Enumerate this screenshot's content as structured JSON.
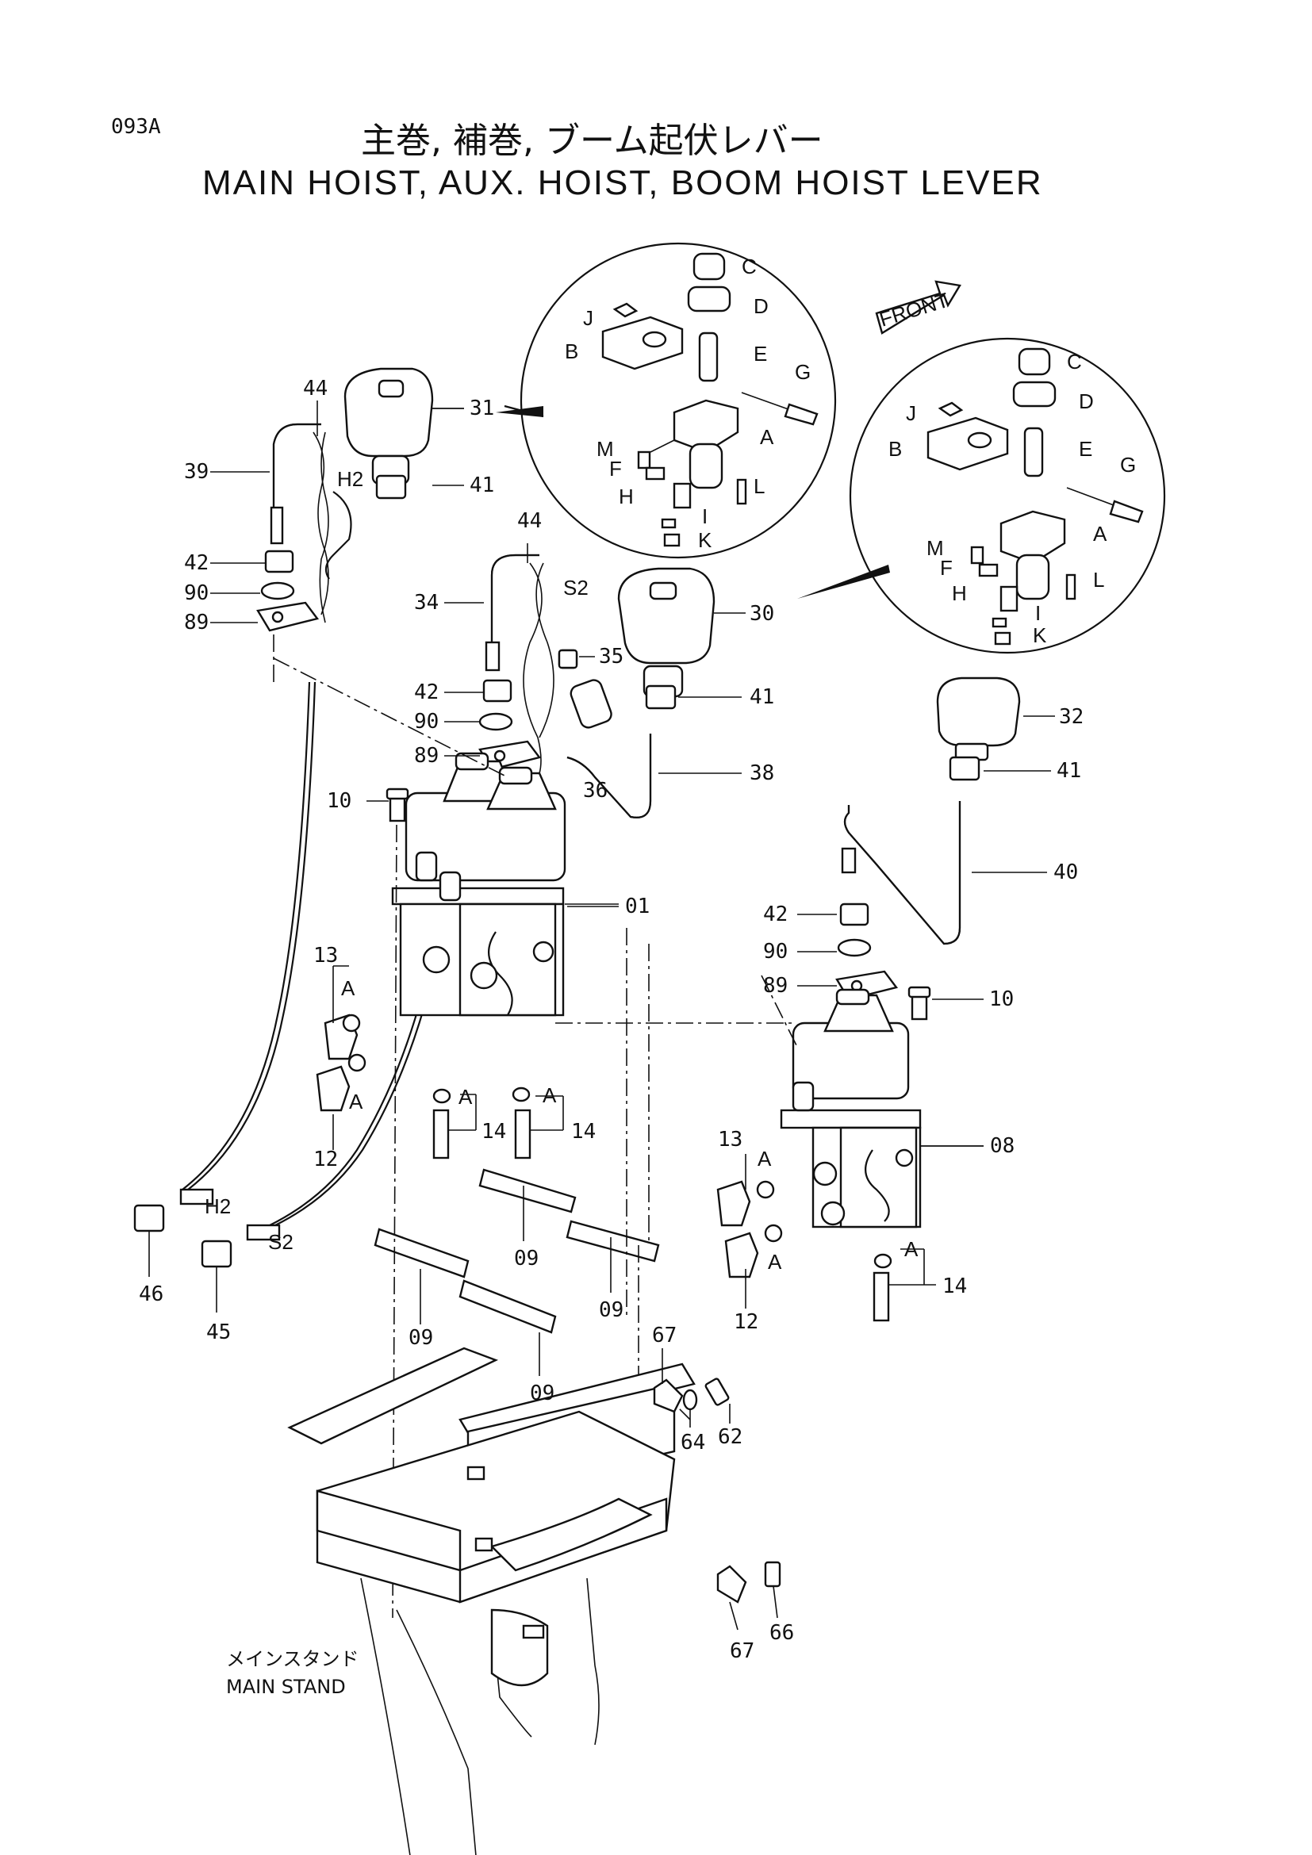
{
  "page_code": "093A",
  "title_jp": "主巻, 補巻, ブーム起伏レバー",
  "title_en": "MAIN HOIST, AUX. HOIST, BOOM HOIST LEVER",
  "front_arrow": "FRONT",
  "stand_label_jp": "メインスタンド",
  "stand_label_en": "MAIN STAND",
  "detail_letters": [
    "C",
    "D",
    "E",
    "G",
    "J",
    "B",
    "A",
    "M",
    "F",
    "L",
    "H",
    "I",
    "K"
  ],
  "callouts": {
    "c31": "31",
    "c30": "30",
    "c32": "32",
    "c44a": "44",
    "c44b": "44",
    "c39": "39",
    "c34": "34",
    "c41a": "41",
    "c41b": "41",
    "c41c": "41",
    "c42a": "42",
    "c42b": "42",
    "c42c": "42",
    "c90a": "90",
    "c90b": "90",
    "c90c": "90",
    "c89a": "89",
    "c89b": "89",
    "c89c": "89",
    "c35": "35",
    "c36": "36",
    "c38": "38",
    "c40": "40",
    "c10a": "10",
    "c10b": "10",
    "c01": "01",
    "c08": "08",
    "c13a": "13",
    "c13b": "13",
    "c12a": "12",
    "c12b": "12",
    "c14a": "14",
    "c14b": "14",
    "c14c": "14",
    "c46": "46",
    "c45": "45",
    "c09a": "09",
    "c09b": "09",
    "c09c": "09",
    "c09d": "09",
    "c67a": "67",
    "c67b": "67",
    "c64": "64",
    "c62": "62",
    "c66": "66",
    "cA1": "A",
    "cA2": "A",
    "cA3": "A",
    "cA4": "A",
    "cA5": "A",
    "cA6": "A",
    "cA7": "A",
    "h2a": "H2",
    "h2b": "H2",
    "s2a": "S2",
    "s2b": "S2"
  }
}
